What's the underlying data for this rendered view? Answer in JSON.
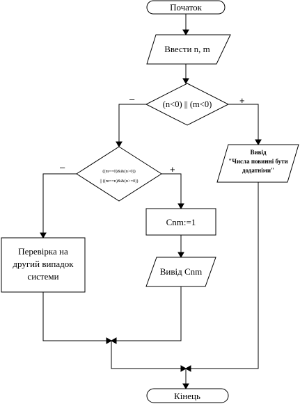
{
  "nodes": {
    "start": {
      "label": "Початок"
    },
    "input": {
      "label": "Ввести n, m"
    },
    "cond1": {
      "label": "(n<0) || (m<0)"
    },
    "error_output": {
      "line1": "Вивід",
      "line2": "\"Числа повинні бути",
      "line3": "додатніми\""
    },
    "cond2": {
      "line1": "((m==0)&&(n>0))",
      "line2": "|| ((m==n)&&(n>=0))"
    },
    "assign": {
      "label": "Cnm:=1"
    },
    "other_case": {
      "line1": "Перевірка на",
      "line2": "другий випадок",
      "line3": "системи"
    },
    "output": {
      "label": "Вивід Cnm"
    },
    "end": {
      "label": "Кінець"
    }
  },
  "branch_labels": {
    "cond1_no": "–",
    "cond1_yes": "+",
    "cond2_no": "–",
    "cond2_yes": "+"
  },
  "colors": {
    "stroke": "#000000",
    "fill": "#ffffff",
    "text": "#000000"
  }
}
